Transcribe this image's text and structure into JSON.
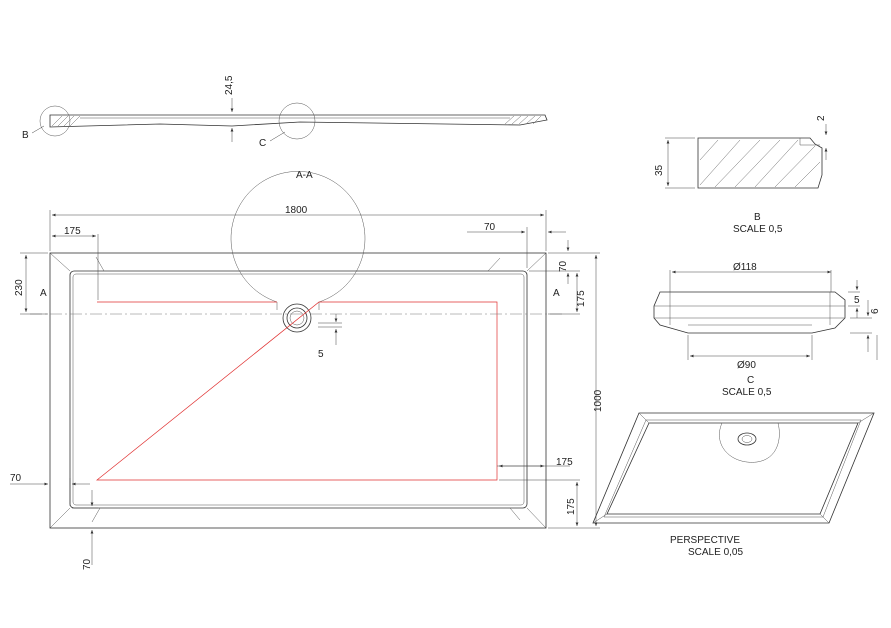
{
  "drawing": {
    "section_label": "A-A",
    "section_dim_thickness": "24,5",
    "detail_b_marker": "B",
    "detail_c_marker": "C",
    "detail_b": {
      "dim_height": "35",
      "dim_lip": "2",
      "title": "B",
      "scale": "SCALE 0,5"
    },
    "detail_c": {
      "dim_outer": "Ø118",
      "dim_inner": "Ø90",
      "dim_a": "5",
      "dim_b": "6",
      "title": "C",
      "scale": "SCALE 0,5"
    },
    "plan": {
      "width": "1800",
      "height": "1000",
      "d175_top_left": "175",
      "d70_top_right": "70",
      "d230": "230",
      "d70_right_top": "70",
      "d175_right_top": "175",
      "d5_drain": "5",
      "d70_left_bottom": "70",
      "d175_right_mid": "175",
      "d175_right_bottom": "175",
      "d70_bottom": "70",
      "section_mark_left": "A",
      "section_mark_right": "A"
    },
    "perspective": {
      "title": "PERSPECTIVE",
      "scale": "SCALE 0,05"
    }
  }
}
